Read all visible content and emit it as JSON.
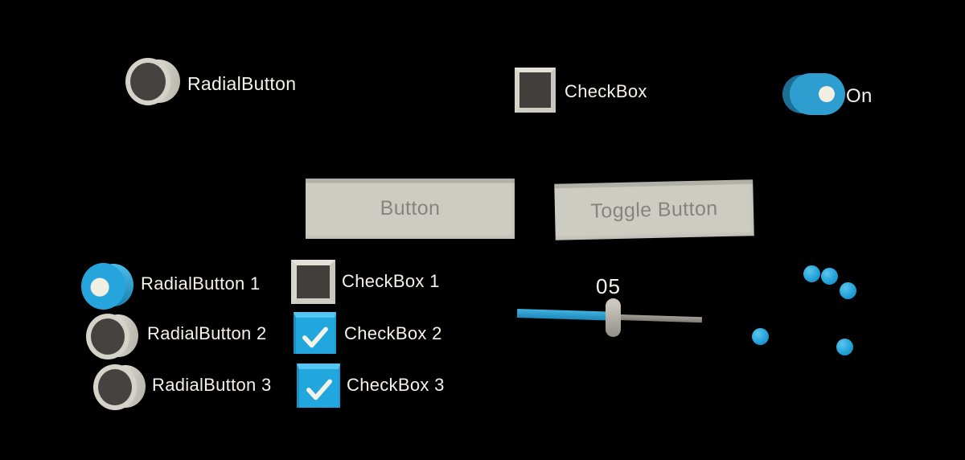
{
  "top_row": {
    "radial_button": {
      "label": "RadialButton",
      "selected": false
    },
    "checkbox": {
      "label": "CheckBox",
      "checked": false
    },
    "toggle": {
      "label": "On",
      "on": true
    }
  },
  "buttons": {
    "button_label": "Button",
    "toggle_button_label": "Toggle Button"
  },
  "radial_group": {
    "items": [
      {
        "label": "RadialButton 1",
        "selected": true
      },
      {
        "label": "RadialButton 2",
        "selected": false
      },
      {
        "label": "RadialButton 3",
        "selected": false
      }
    ]
  },
  "checkbox_group": {
    "items": [
      {
        "label": "CheckBox 1",
        "checked": false
      },
      {
        "label": "CheckBox 2",
        "checked": true
      },
      {
        "label": "CheckBox 3",
        "checked": true
      }
    ]
  },
  "slider": {
    "value_label": "05"
  },
  "spheres": {
    "count": 5,
    "color": "#24A2DA"
  },
  "icons": {
    "checkmark": "✓"
  },
  "colors": {
    "background": "#000000",
    "accent_blue": "#25A5DC",
    "accent_blue_dark": "#1C6E95",
    "accent_blue_light": "#55C6F1",
    "panel_gray": "#CCCCC2",
    "ring_gray": "#D5D3C9",
    "well_dark": "#444340",
    "text_light": "#F5F2E8",
    "text_gray": "#85857F"
  }
}
